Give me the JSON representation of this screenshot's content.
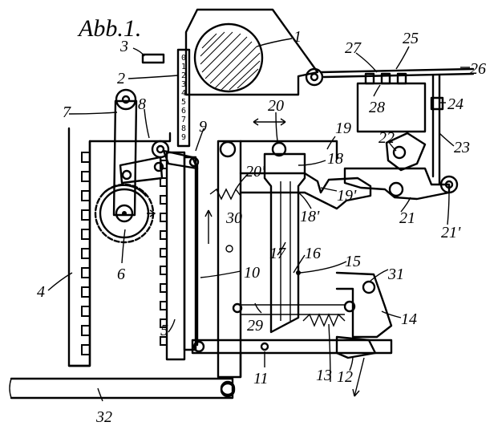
{
  "figure": {
    "title": "Abb.1.",
    "scale_digits": [
      "0",
      "1",
      "2",
      "3",
      "4",
      "5",
      "6",
      "7",
      "8",
      "9"
    ]
  },
  "labels": {
    "l1": "1",
    "l2": "2",
    "l3": "3",
    "l4": "4",
    "l5": "5",
    "l6": "6",
    "l7": "7",
    "l8": "8",
    "l9": "9",
    "l10": "10",
    "l11": "11",
    "l12": "12",
    "l13": "13",
    "l14": "14",
    "l15": "15",
    "l16": "16",
    "l17": "17",
    "l18": "18",
    "l18p": "18'",
    "l19": "19",
    "l19p": "19'",
    "l20": "20",
    "l20p": "20'",
    "l21": "21",
    "l21p": "21'",
    "l22": "22",
    "l23": "23",
    "l24": "24",
    "l25": "25",
    "l26": "26",
    "l27": "27",
    "l28": "28",
    "l29": "29",
    "l30": "30",
    "l31": "31",
    "l32": "32"
  }
}
